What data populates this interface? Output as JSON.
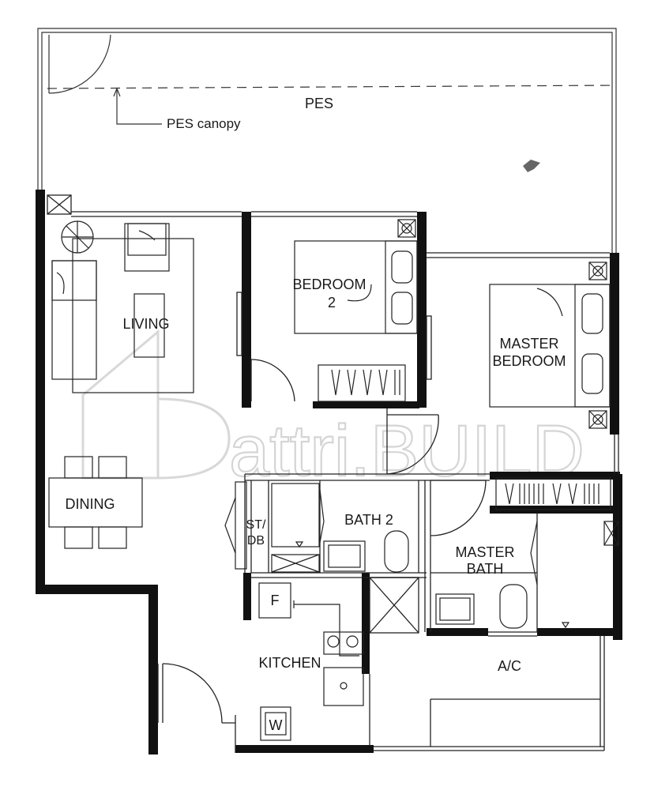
{
  "rooms": {
    "pes": "PES",
    "pes_canopy": "PES canopy",
    "bedroom2_line1": "BEDROOM",
    "bedroom2_line2": "2",
    "living": "LIVING",
    "master_bedroom_line1": "MASTER",
    "master_bedroom_line2": "BEDROOM",
    "dining": "DINING",
    "store_line1": "ST/",
    "store_line2": "DB",
    "bath2": "BATH 2",
    "master_bath_line1": "MASTER",
    "master_bath_line2": "BATH",
    "kitchen": "KITCHEN",
    "ac": "A/C"
  },
  "fixtures": {
    "fridge": "F",
    "washer": "W"
  },
  "watermark": "attri.BUILD",
  "colors": {
    "wall": "#111111",
    "line": "#222222",
    "watermark": "#d5d5d5",
    "background": "#ffffff"
  }
}
